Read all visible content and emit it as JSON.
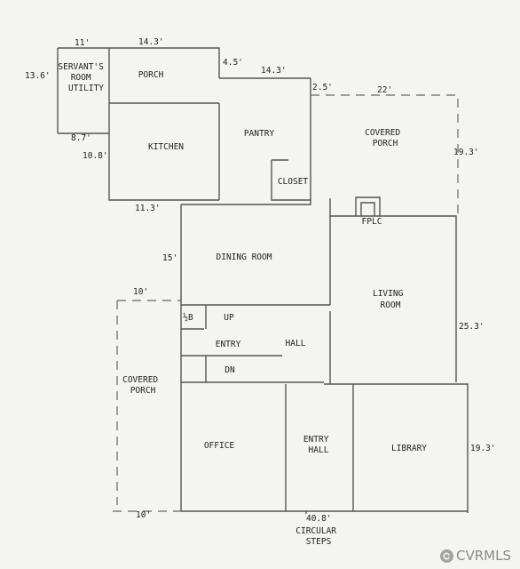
{
  "rooms": {
    "servants_room": [
      "SERVANT'S",
      "ROOM",
      "UTILITY"
    ],
    "porch": "PORCH",
    "kitchen": "KITCHEN",
    "pantry": "PANTRY",
    "closet": "CLOSET",
    "covered_porch_top": [
      "COVERED",
      "PORCH"
    ],
    "fireplace": "FPLC",
    "dining_room": "DINING ROOM",
    "living_room": [
      "LIVING",
      "ROOM"
    ],
    "half_bath": "½B",
    "stairs_up": "UP",
    "entry": "ENTRY",
    "hall": "HALL",
    "stairs_down": "DN",
    "covered_porch_left": [
      "COVERED",
      "PORCH"
    ],
    "office": "OFFICE",
    "entry_hall": [
      "ENTRY",
      "HALL"
    ],
    "library": "LIBRARY",
    "circular_steps": [
      "CIRCULAR",
      "STEPS"
    ]
  },
  "dimensions": {
    "d_11": "11'",
    "d_14_3_top": "14.3'",
    "d_13_6": "13.6'",
    "d_4_5": "4.5'",
    "d_14_3_pantry": "14.3'",
    "d_2_5": "2.5'",
    "d_22": "22'",
    "d_8_7": "8.7'",
    "d_10_8": "10.8'",
    "d_19_3_porch": "19.3'",
    "d_11_3": "11.3'",
    "d_15": "15'",
    "d_10_top": "10'",
    "d_25_3": "25.3'",
    "d_19_3_library": "19.3'",
    "d_10_bottom": "10'",
    "d_40_8": "40.8'"
  },
  "watermark": {
    "text": "CVRMLS",
    "icon": "copyright-icon",
    "icon_glyph": "©"
  }
}
